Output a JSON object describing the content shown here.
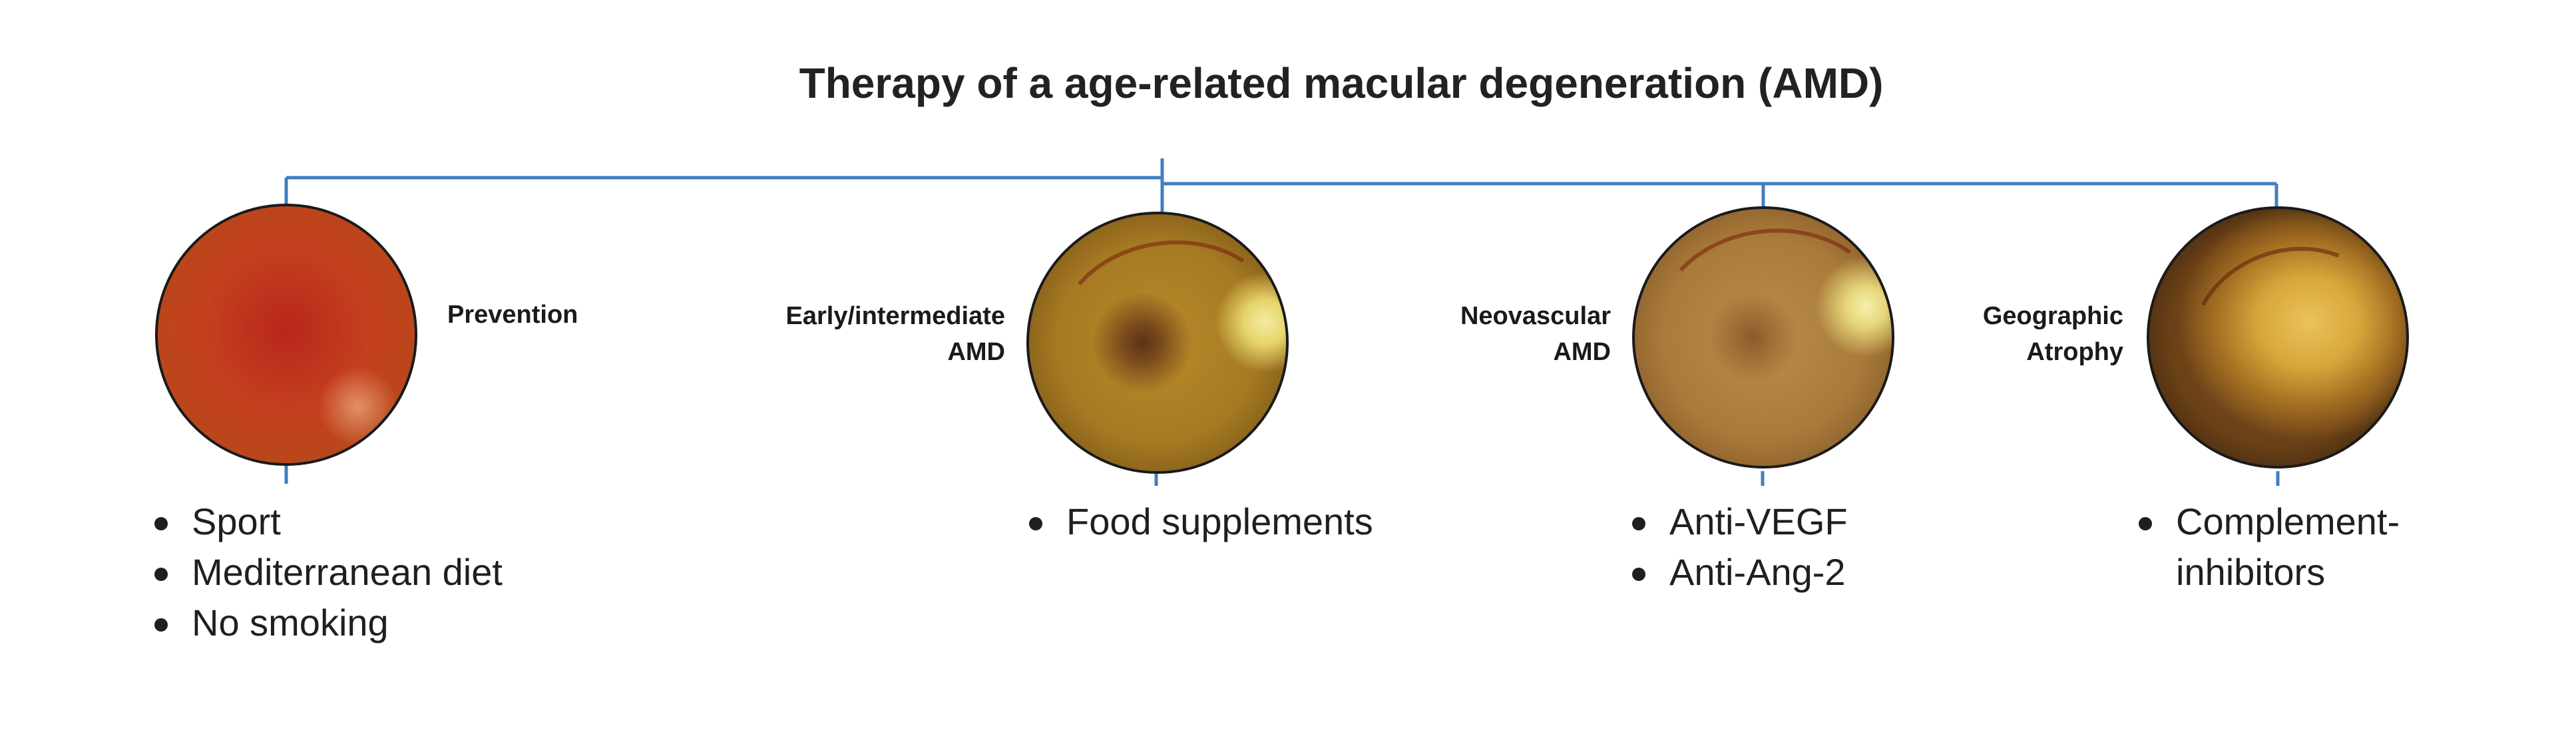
{
  "title": "Therapy of a age-related macular degeneration (AMD)",
  "colors": {
    "connector": "#3f7fc0",
    "text": "#1f1f1f"
  },
  "stages": [
    {
      "label_lines": [
        "Prevention"
      ],
      "image": "fundus-photo-normal",
      "bullets": [
        "Sport",
        "Mediterranean diet",
        "No smoking"
      ]
    },
    {
      "label_lines": [
        "Early/intermediate",
        "AMD"
      ],
      "image": "fundus-photo-drusen",
      "bullets": [
        "Food supplements"
      ]
    },
    {
      "label_lines": [
        "Neovascular",
        "AMD"
      ],
      "image": "fundus-photo-neovascular",
      "bullets": [
        "Anti-VEGF",
        "Anti-Ang-2"
      ]
    },
    {
      "label_lines": [
        "Geographic",
        "Atrophy"
      ],
      "image": "fundus-photo-geographic-atrophy",
      "bullets": [
        "Complement-",
        "inhibitors"
      ]
    }
  ]
}
